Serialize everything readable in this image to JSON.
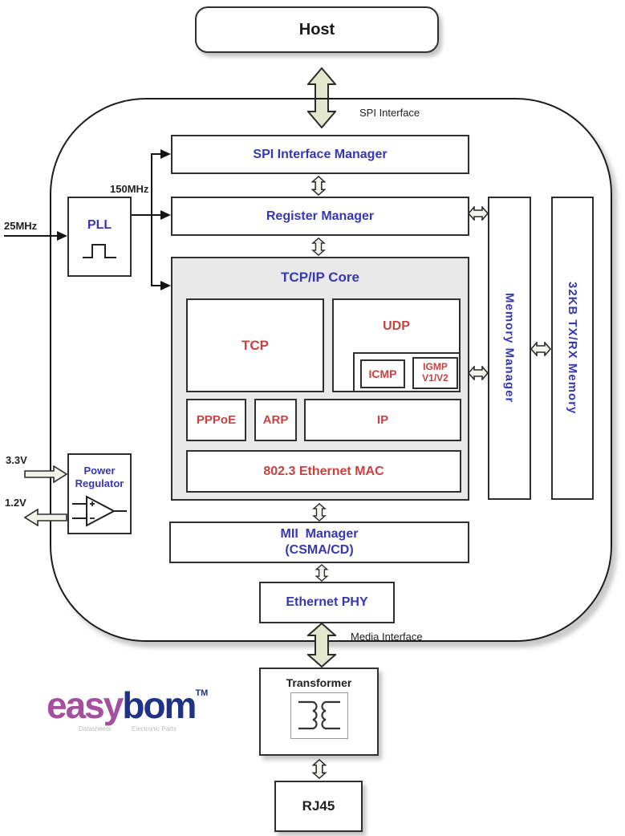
{
  "host": {
    "label": "Host"
  },
  "interfaces": {
    "spi": "SPI Interface",
    "media": "Media Interface"
  },
  "clock": {
    "input": "25MHz",
    "derived": "150MHz",
    "pll": "PLL"
  },
  "power": {
    "vin": "3.3V",
    "vout": "1.2V",
    "regulator_line1": "Power",
    "regulator_line2": "Regulator"
  },
  "blocks": {
    "spi_manager": "SPI Interface Manager",
    "register_manager": "Register Manager",
    "tcpip_core": "TCP/IP Core",
    "tcp": "TCP",
    "udp": "UDP",
    "icmp": "ICMP",
    "igmp_line1": "IGMP",
    "igmp_line2": "V1/V2",
    "pppoe": "PPPoE",
    "arp": "ARP",
    "ip": "IP",
    "mac": "802.3 Ethernet MAC",
    "memory_manager": "Memory Manager",
    "txrx_memory": "32KB TX/RX Memory",
    "mii_line1": "MII  Manager",
    "mii_line2": "(CSMA/CD)",
    "phy": "Ethernet PHY",
    "transformer": "Transformer",
    "rj45": "RJ45"
  },
  "logo": {
    "part1": "easy",
    "part2": "bom",
    "tm": "TM",
    "tagline1": "Datasheets",
    "tagline2": "Electronic Parts"
  },
  "colors": {
    "blue_text": "#3737b2",
    "red_text": "#c94141",
    "big_arrow_fill": "#e2e7ce",
    "small_arrow_fill": "#f4f4ee",
    "core_fill": "#e9e9e9",
    "logo_purple": "#a4509e",
    "logo_blue": "#1f3283"
  }
}
